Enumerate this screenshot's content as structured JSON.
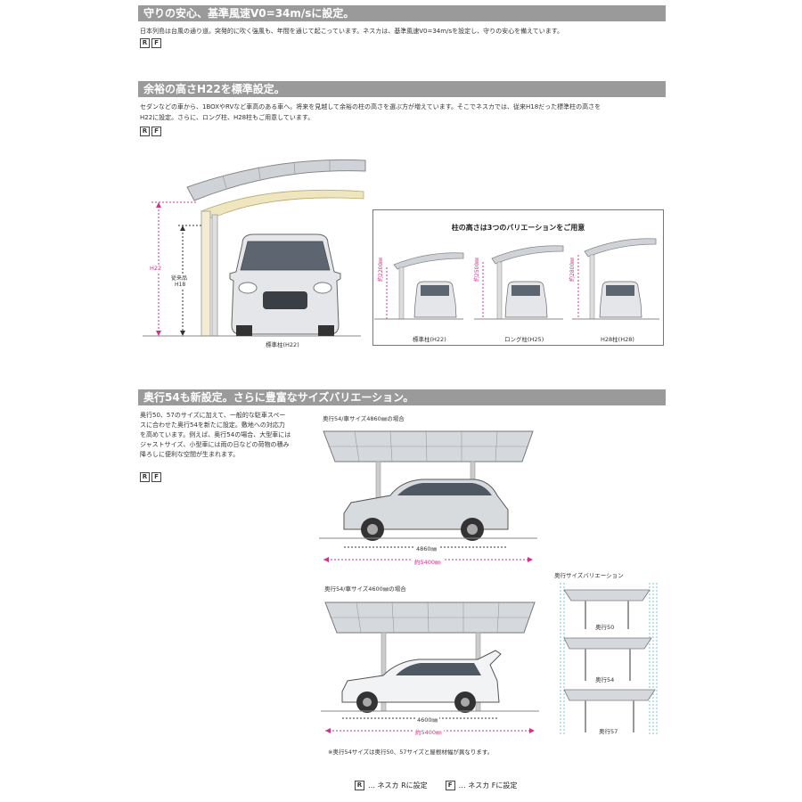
{
  "section1": {
    "heading": "守りの安心、基準風速V0=34m/sに設定。",
    "text": "日本列島は台風の通り道。突発的に吹く強風も、年間を通じて起こっています。ネスカは、基準風速V0=34m/sを設定し、守りの安心を備えています。",
    "badges": [
      "R",
      "F"
    ]
  },
  "section2": {
    "heading": "余裕の高さH22を標準設定。",
    "text_line1": "セダンなどの車から、1BOXやRVなど車高のある車へ。将来を見越して余裕の柱の高さを選ぶ方が増えています。そこでネスカでは、従来H18だった標準柱の高さを",
    "text_line2": "H22に設定。さらに、ロング柱、H28柱もご用意しています。",
    "badges": [
      "R",
      "F"
    ],
    "main_figure": {
      "label_h22": "H22",
      "label_conventional": "従来品",
      "label_h18": "H18",
      "caption": "標準柱(H22)"
    },
    "variation_box": {
      "title": "柱の高さは3つのバリエーションをご用意",
      "items": [
        {
          "height": "約2200㎜",
          "caption": "標準柱(H22)"
        },
        {
          "height": "約2500㎜",
          "caption": "ロング柱(H25)"
        },
        {
          "height": "約2800㎜",
          "caption": "H28柱(H28)"
        }
      ]
    }
  },
  "section3": {
    "heading": "奥行54も新設定。さらに豊富なサイズバリエーション。",
    "text_lines": [
      "奥行50、57のサイズに加えて、一般的な駐車スペー",
      "スに合わせた奥行54を新たに設定。敷地への対応力",
      "を高めています。例えば、奥行54の場合、大型車には",
      "ジャストサイズ、小型車には雨の日などの荷物の積み",
      "降ろしに便利な空間が生まれます。"
    ],
    "badges": [
      "R",
      "F"
    ],
    "figure1": {
      "caption": "奥行54/車サイズ4860㎜の場合",
      "car_len": "4860㎜",
      "total": "約5400㎜"
    },
    "figure2": {
      "caption": "奥行54/車サイズ4600㎜の場合",
      "car_len": "4600㎜",
      "total": "約5400㎜"
    },
    "variation": {
      "title": "奥行サイズバリエーション",
      "items": [
        "奥行50",
        "奥行54",
        "奥行57"
      ]
    },
    "note": "※奥行54サイズは奥行50、57サイズと屋根材幅が異なります。"
  },
  "legend": {
    "r_badge": "R",
    "r_text": "… ネスカ Rに設定",
    "f_badge": "F",
    "f_text": "… ネスカ Fに設定"
  },
  "colors": {
    "bar": "#9a9a9a",
    "magenta": "#d4308a",
    "beam_cream": "#efe6bf"
  }
}
